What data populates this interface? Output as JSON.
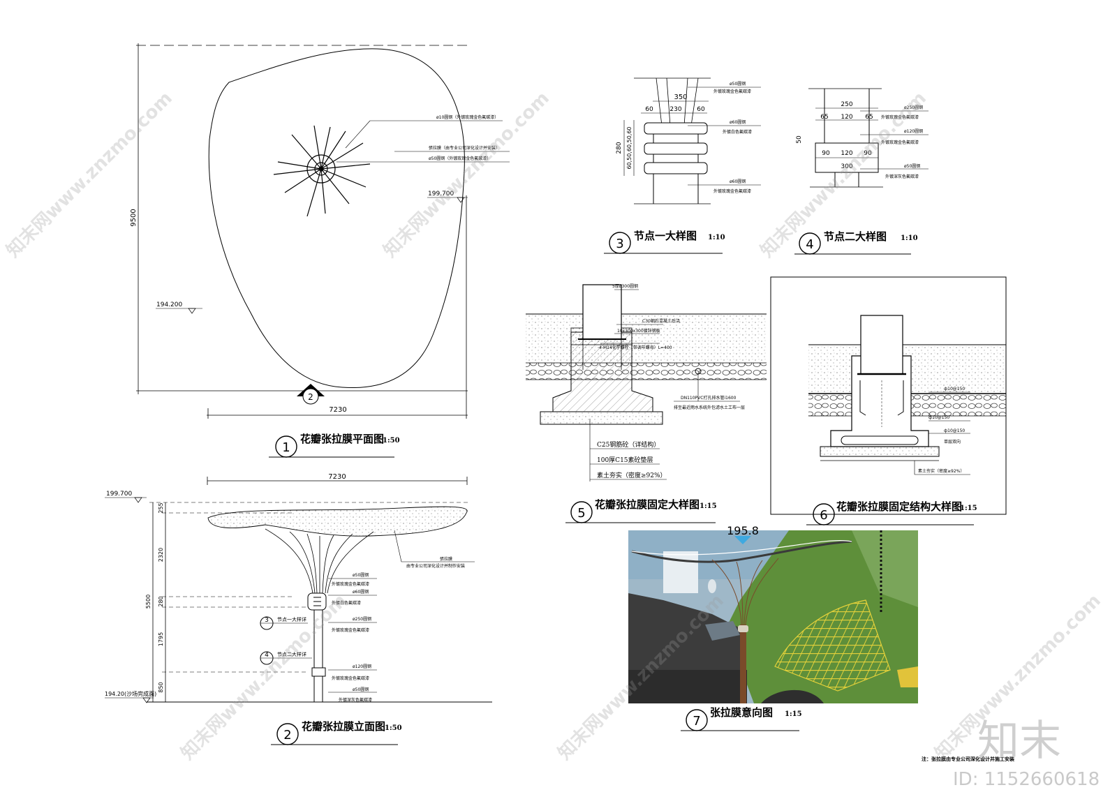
{
  "plan": {
    "title": "花瓣张拉膜平面图",
    "scale": "1:50",
    "number": "1",
    "section_mark": "2",
    "dim_width": "7230",
    "dim_height": "9500",
    "elev_high": "199.700",
    "elev_low": "194.200",
    "note_1": "ø10圆钢（外镀玫瑰金色氟碳漆）",
    "note_2": "張拉膜（由专业公司深化设计并安装）",
    "note_3": "ø50圆钢（外镀玫瑰金色氟碳漆）"
  },
  "elevation": {
    "title": "花瓣张拉膜立面图",
    "scale": "1:50",
    "number": "2",
    "dim_width": "7230",
    "dim_total": "5500",
    "dims": [
      "255",
      "2320",
      "280",
      "1795",
      "850"
    ],
    "elev_top": "199.700",
    "elev_bottom": "194.20(沙场完成面)",
    "membrane_label": "張拉膜",
    "membrane_note": "由专业公司深化设计并制作安装",
    "callout_3": "3",
    "callout_3_label": "节点一大样详",
    "callout_4": "4",
    "callout_4_label": "节点二大样详",
    "notes": [
      {
        "a": "ø50圆钢",
        "b": "外镀玫瑰金色氟碳漆"
      },
      {
        "a": "ø60圆钢",
        "b": "外镀白色氟碳漆"
      },
      {
        "a": "ø250圆钢",
        "b": "外镀玫瑰金色氟碳漆"
      },
      {
        "a": "ø120圆钢",
        "b": "外镀玫瑰金色氟碳漆"
      },
      {
        "a": "ø50圆钢",
        "b": "外镀深灰色氟碳漆"
      }
    ]
  },
  "node1": {
    "title": "节点一大样图",
    "scale": "1:10",
    "number": "3",
    "dim_top": "350",
    "dim_parts": [
      "60",
      "230",
      "60"
    ],
    "dim_side": "280",
    "dim_side_parts": "60,50,60,50,60",
    "notes": [
      {
        "a": "ø50圆钢",
        "b": "外镀玫瑰金色氟碳漆"
      },
      {
        "a": "ø60圆钢",
        "b": "外镀白色氟碳漆"
      },
      {
        "a": "ø60圆钢",
        "b": "外镀玫瑰金色氟碳漆"
      }
    ]
  },
  "node2": {
    "title": "节点二大样图",
    "scale": "1:10",
    "number": "4",
    "dim_top": "250",
    "dim_top_parts": [
      "65",
      "120",
      "65"
    ],
    "dim_mid": "300",
    "dim_mid_parts": [
      "90",
      "120",
      "90"
    ],
    "dim_side": "50",
    "notes": [
      {
        "a": "ø250圆钢",
        "b": "外镀玫瑰金色氟碳漆"
      },
      {
        "a": "ø120圆钢",
        "b": "外镀玫瑰金色氟碳漆"
      },
      {
        "a": "ø50圆钢",
        "b": "外镀深灰色氟碳漆"
      }
    ]
  },
  "fix": {
    "title": "花瓣张拉膜固定大样图",
    "scale": "1:15",
    "number": "5",
    "notes": [
      "5厚ø300圆钢",
      "C30细石混凝土后浇",
      "10x300x300镀锌钢板",
      "4-M14化学螺栓（带调节螺母）L=400"
    ],
    "drain_1": "DN110PVC打孔排水管i1600",
    "drain_2": "排至最近雨水系统外包滤水土工布一层",
    "layers": [
      "C25钢筋砼（详结构）",
      "100厚C15素砼垫层",
      "素土夯实（密度≥92%）"
    ]
  },
  "struct": {
    "title": "花瓣张拉膜固定结构大样图",
    "scale": "1:15",
    "number": "6",
    "notes": [
      "ф10@150",
      "ф10@150",
      "ф10@150",
      "单层双向",
      "素土夯实（密度≥92%）"
    ]
  },
  "render": {
    "title": "张拉膜意向图",
    "scale": "1:15",
    "number": "7",
    "elev_tag": "195.8"
  },
  "footer_note": "注：张拉膜由专业公司深化设计并施工安装",
  "watermark": {
    "text": "知末网www.znzmo.com",
    "logo": "知末",
    "id": "ID: 1152660618"
  },
  "colors": {
    "sky": "#9fb8c8",
    "grass": "#5e8f3a",
    "rope": "#e6d23a",
    "rock": "#3c3c3c",
    "pole": "#7a4a2a"
  }
}
